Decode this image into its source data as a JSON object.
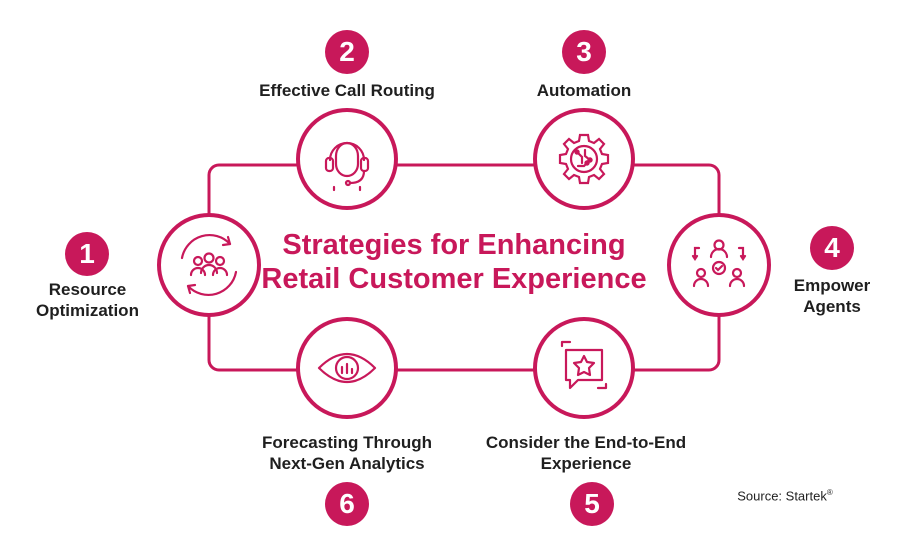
{
  "title": {
    "line1": "Strategies for Enhancing",
    "line2": "Retail Customer Experience"
  },
  "colors": {
    "accent": "#c8185a",
    "text": "#1f1f1f"
  },
  "strategies": [
    {
      "number": "1",
      "line1": "Resource",
      "line2": "Optimization",
      "icon": "people-cycle-icon"
    },
    {
      "number": "2",
      "line1": "Effective Call Routing",
      "line2": "",
      "icon": "headset-agent-icon"
    },
    {
      "number": "3",
      "line1": "Automation",
      "line2": "",
      "icon": "gear-circuit-icon"
    },
    {
      "number": "4",
      "line1": "Empower",
      "line2": "Agents",
      "icon": "agents-network-icon"
    },
    {
      "number": "5",
      "line1": "Consider the End-to-End",
      "line2": "Experience",
      "icon": "star-chat-icon"
    },
    {
      "number": "6",
      "line1": "Forecasting Through",
      "line2": "Next-Gen Analytics",
      "icon": "eye-analytics-icon"
    }
  ],
  "source": {
    "text": "Source: Startek",
    "mark": "®"
  }
}
